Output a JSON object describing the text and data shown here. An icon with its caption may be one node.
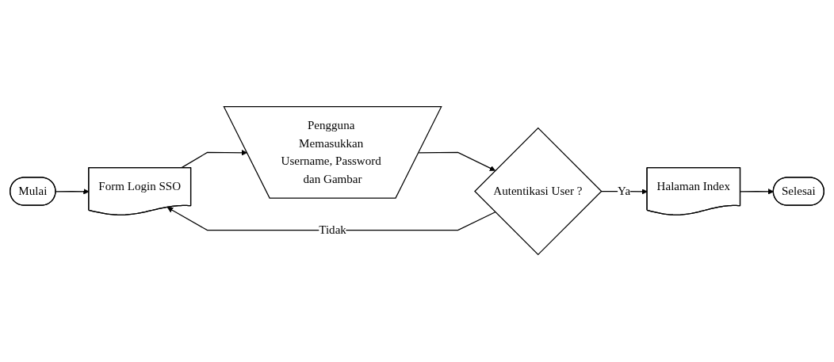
{
  "diagram": {
    "nodes": [
      {
        "text": [
          "Mulai"
        ]
      },
      {
        "text": [
          "Form Login SSO"
        ]
      },
      {
        "text": [
          "Pengguna Memasukkan Username, Password dan Gambar"
        ]
      },
      {
        "text": [
          "Autentikasi User ?"
        ]
      },
      {
        "text": [
          "Halaman Index"
        ]
      },
      {
        "text": [
          "Selesai"
        ]
      }
    ],
    "edges": [
      {
        "from": 0,
        "to": 1,
        "arrow": "to"
      },
      {
        "from": 1,
        "to": 2,
        "arrow": "to"
      },
      {
        "from": 2,
        "to": 3,
        "arrow": "to"
      },
      {
        "from": 3,
        "to": 1,
        "arrow": "to",
        "label": "Tidak"
      },
      {
        "from": 3,
        "to": 4,
        "arrow": "to",
        "label": "Ya"
      },
      {
        "from": 4,
        "to": 5,
        "arrow": "to"
      }
    ]
  }
}
